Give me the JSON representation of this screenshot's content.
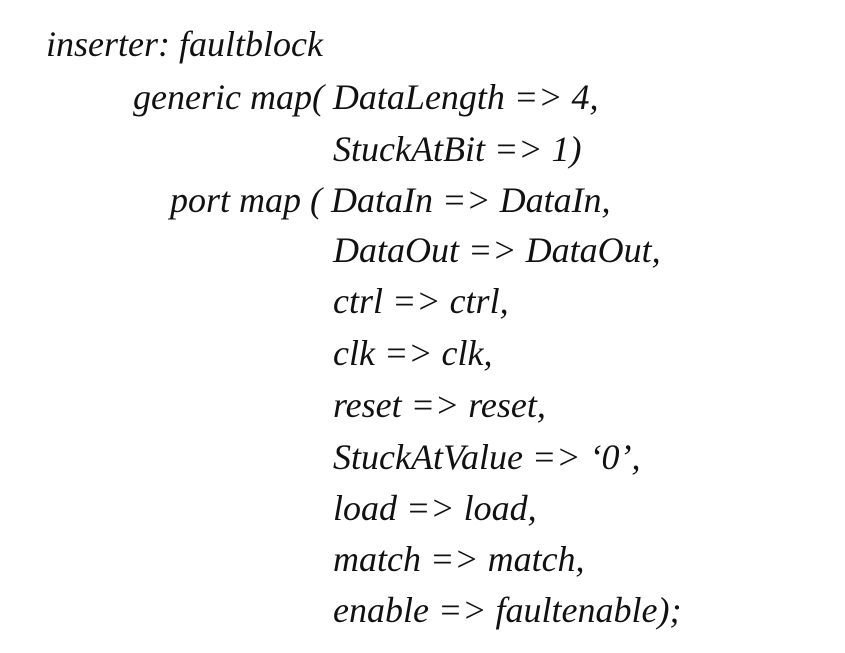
{
  "code": {
    "lines": [
      "inserter: faultblock",
      "generic map( DataLength => 4,",
      "StuckAtBit => 1)",
      "port map ( DataIn => DataIn,",
      "DataOut => DataOut,",
      "ctrl => ctrl,",
      "clk => clk,",
      "reset => reset,",
      "StuckAtValue => ‘0’,",
      "load => load,",
      "match => match,",
      "enable => faultenable);"
    ]
  }
}
